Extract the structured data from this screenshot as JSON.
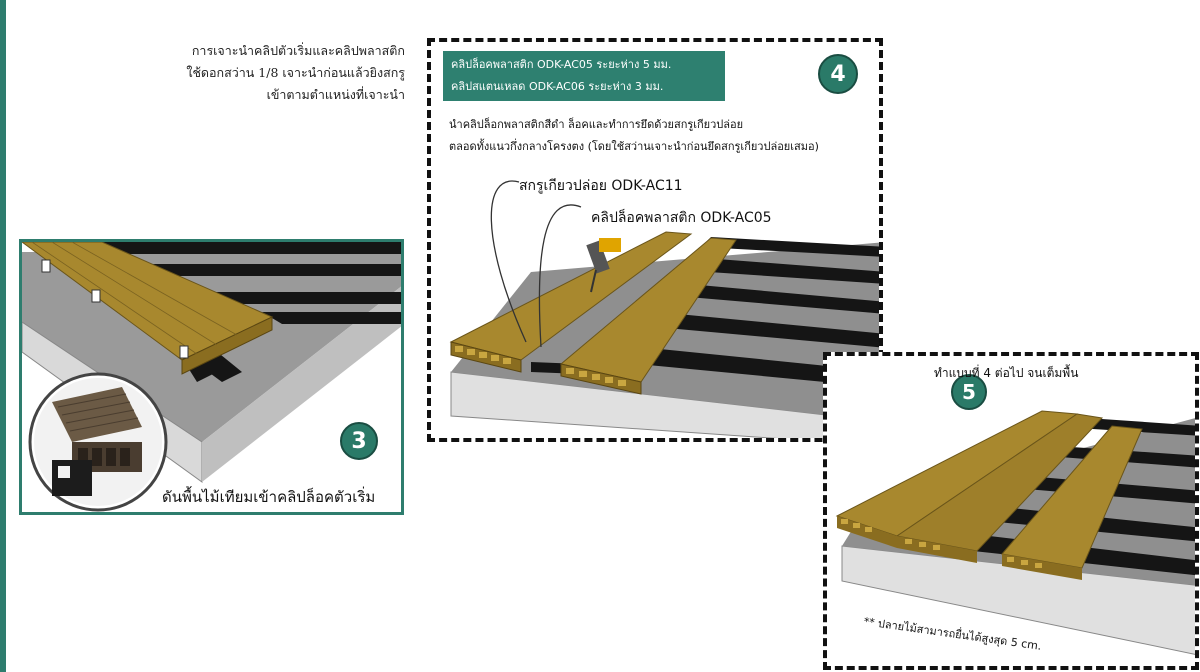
{
  "intro": {
    "lines": [
      "การเจาะนำคลิปตัวเริ่มและคลิปพลาสติก",
      "ใช้ดอกสว่าน 1/8 เจาะนำก่อนแล้วยิงสกรู",
      "เข้าตามตำแหน่งที่เจาะนำ"
    ]
  },
  "step3": {
    "badge": "3",
    "caption": "ดันพื้นไม้เทียมเข้าคลิปล็อคตัวเริ่ม"
  },
  "step4": {
    "badge": "4",
    "spec_lines": [
      "คลิปล็อคพลาสติก ODK-AC05 ระยะห่าง 5 มม.",
      "คลิปสแตนเหลด ODK-AC06 ระยะห่าง 3 มม."
    ],
    "instruction_lines": [
      "นำคลิปล็อกพลาสติกสีดำ ล็อคและทำการยึดด้วยสกรูเกียวปล่อย",
      "ตลอดทั้งแนวกึ่งกลางโครงตง (โดยใช้สว่านเจาะนำก่อนยึดสกรูเกียวปล่อยเสมอ)"
    ],
    "label_screw": "สกรูเกียวปล่อย ODK-AC11",
    "label_clip": "คลิปล็อคพลาสติก ODK-AC05"
  },
  "step5": {
    "badge": "5",
    "caption": "ทำแบบที่ 4 ต่อไป จนเต็มพื้น",
    "note": "** ปลายไม้สามารถยื่นได้สูงสุด 5 cm."
  },
  "colors": {
    "accent": "#2e7d6e",
    "board": "#a8882e",
    "joist": "#151515",
    "concrete": "#8f8f8f"
  }
}
